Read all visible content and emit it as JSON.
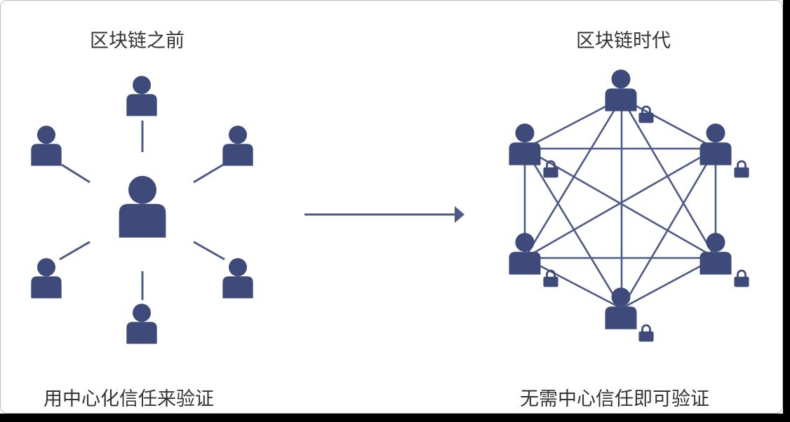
{
  "left": {
    "title": "区块链之前",
    "caption": "用中心化信任来验证"
  },
  "right": {
    "title": "区块链时代",
    "caption": "无需中心信任即可验证"
  },
  "colors": {
    "node": "#3d4a7a",
    "line": "#4d5a88",
    "text": "#333333"
  }
}
